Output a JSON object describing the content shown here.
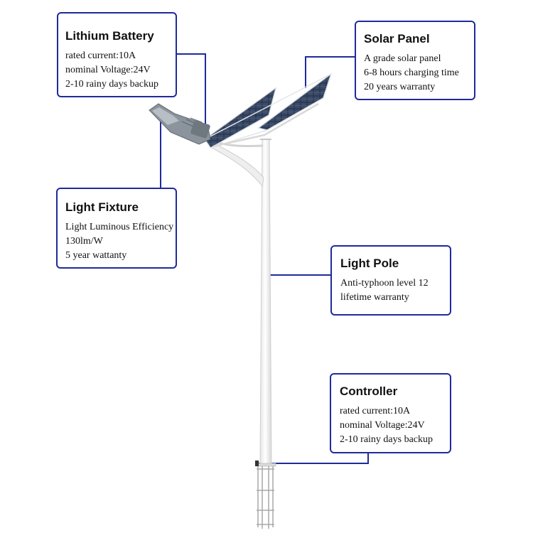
{
  "colors": {
    "frame": "#1f2a9a",
    "leader": "#1f2a9a",
    "pole": "#f2f2f2",
    "pole_edge": "#c9c9c9",
    "panel": "#2c3a52",
    "fixture": "#7f8a94"
  },
  "callouts": {
    "battery": {
      "title": "Lithium Battery",
      "lines": [
        "rated current:10A",
        "nominal Voltage:24V",
        "2-10 rainy days backup"
      ]
    },
    "solar": {
      "title": "Solar Panel",
      "lines": [
        "A grade solar panel",
        "6-8 hours charging time",
        "20 years warranty"
      ]
    },
    "fixture": {
      "title": "Light Fixture",
      "lines": [
        "Light Luminous Efficiency",
        "130lm/W",
        "5 year wattanty"
      ]
    },
    "pole": {
      "title": "Light Pole",
      "lines": [
        "Anti-typhoon level 12",
        "lifetime warranty"
      ]
    },
    "controller": {
      "title": "Controller",
      "lines": [
        "rated current:10A",
        "nominal Voltage:24V",
        "2-10 rainy days backup"
      ]
    }
  }
}
